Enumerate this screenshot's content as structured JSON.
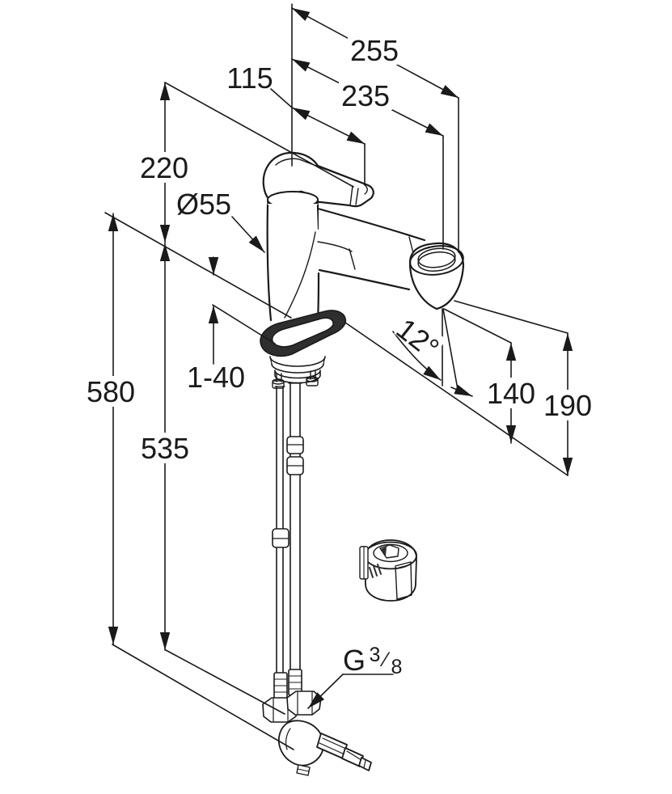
{
  "drawing": {
    "title": "faucet-dimensional-drawing",
    "colors": {
      "line": "#1a1a1a",
      "background": "#ffffff",
      "escutcheon_fill": "#2e2e2e"
    },
    "dimensions": {
      "d255": "255",
      "d235": "235",
      "d115": "115",
      "d220": "220",
      "diameter": "Ø55",
      "mount_range": "1-40",
      "d580": "580",
      "d535": "535",
      "d140": "140",
      "d190": "190",
      "angle": "12°",
      "thread_prefix": "G",
      "thread_numerator": "3",
      "thread_denominator": "8"
    }
  }
}
